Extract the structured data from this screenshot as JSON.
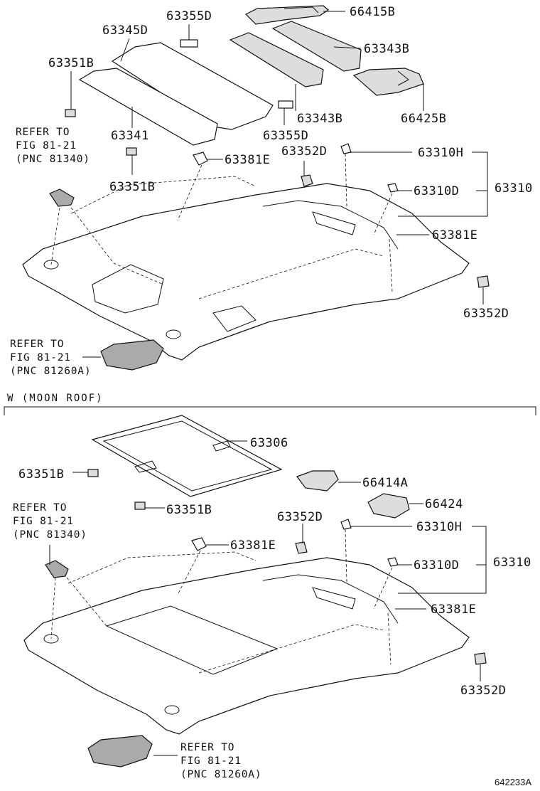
{
  "diagram": {
    "top_section": {
      "labels": {
        "p63355D_a": "63355D",
        "p66415B": "66415B",
        "p63345D": "63345D",
        "p63343B_a": "63343B",
        "p63351B_a": "63351B",
        "p63341": "63341",
        "p63343B_b": "63343B",
        "p66425B": "66425B",
        "p63355D_b": "63355D",
        "p63352D_a": "63352D",
        "p63310H": "63310H",
        "p63381E_a": "63381E",
        "p63351B_b": "63351B",
        "p63310D": "63310D",
        "p63310": "63310",
        "p63381E_b": "63381E",
        "p63352D_b": "63352D"
      },
      "ref1": [
        "REFER TO",
        "FIG 81-21",
        "(PNC 81340)"
      ],
      "ref2": [
        "REFER TO",
        "FIG 81-21",
        "(PNC 81260A)"
      ]
    },
    "section_title": "W (MOON  ROOF)",
    "bottom_section": {
      "labels": {
        "p63306": "63306",
        "p63351B_a": "63351B",
        "p66414A": "66414A",
        "p63351B_b": "63351B",
        "p66424": "66424",
        "p63352D_a": "63352D",
        "p63310H": "63310H",
        "p63381E_a": "63381E",
        "p63310D": "63310D",
        "p63310": "63310",
        "p63381E_b": "63381E",
        "p63352D_b": "63352D"
      },
      "ref1": [
        "REFER TO",
        "FIG 81-21",
        "(PNC 81340)"
      ],
      "ref2": [
        "REFER TO",
        "FIG 81-21",
        "(PNC 81260A)"
      ]
    },
    "figure_code": "642233A"
  }
}
